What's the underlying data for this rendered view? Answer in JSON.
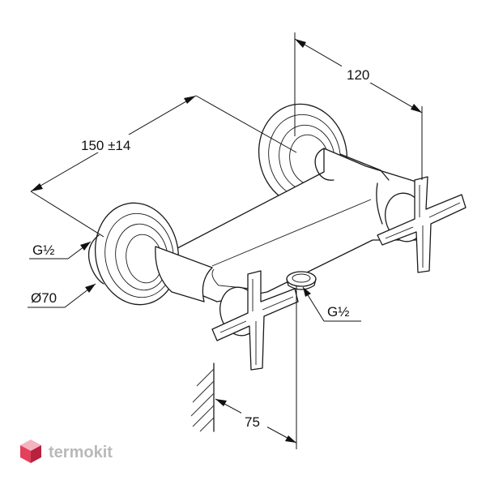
{
  "drawing": {
    "dimensions": {
      "width_120": "120",
      "length_150": "150 ±14",
      "thread_left": "G½",
      "diameter": "Ø70",
      "thread_bottom": "G½",
      "wall_offset": "75"
    }
  },
  "watermark": {
    "text": "termokit",
    "color_light": "#f3b3c0",
    "color_mid": "#e3405b",
    "color_dark": "#b8223d",
    "text_color": "#b9b9b9"
  }
}
